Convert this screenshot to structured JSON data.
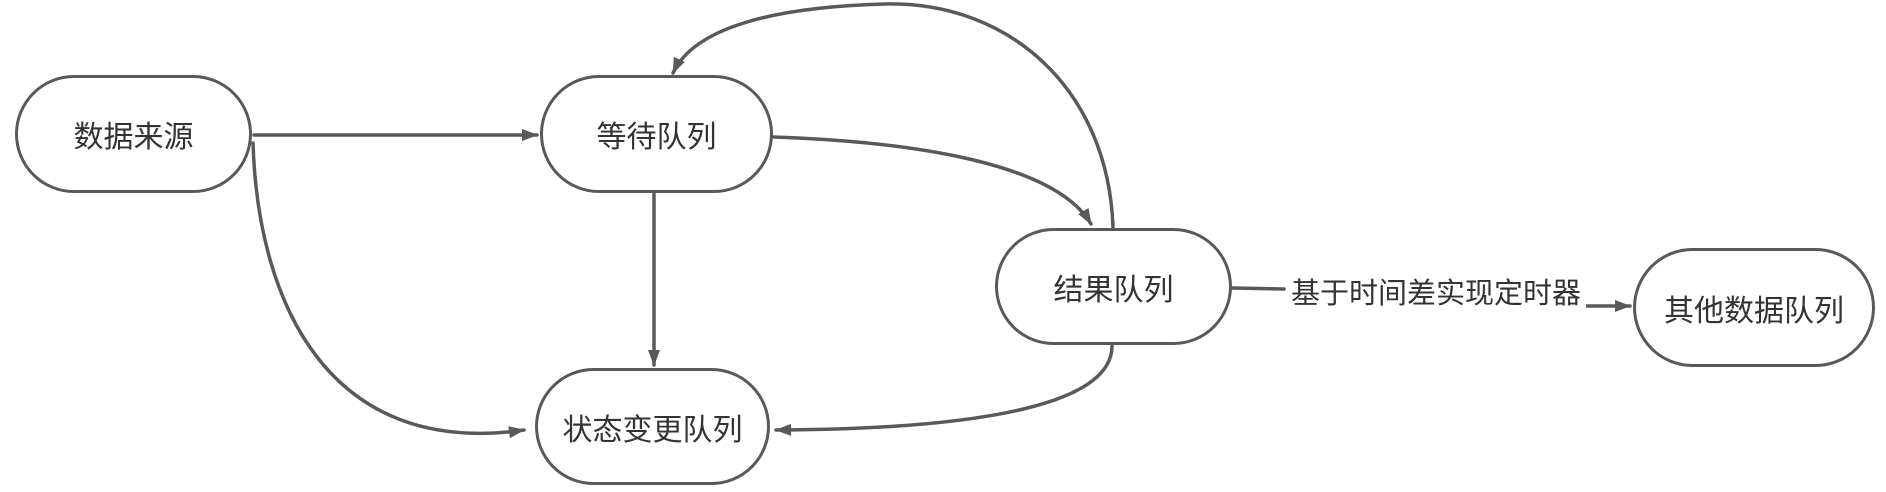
{
  "diagram": {
    "background_color": "#ffffff",
    "stroke_color": "#595959",
    "text_color": "#333333",
    "node_fill_color": "#ffffff",
    "node_shape": "stadium",
    "nodes": [
      {
        "id": "data-source",
        "label": "数据来源"
      },
      {
        "id": "waiting-queue",
        "label": "等待队列"
      },
      {
        "id": "result-queue",
        "label": "结果队列"
      },
      {
        "id": "status-change-queue",
        "label": "状态变更队列"
      },
      {
        "id": "other-data-queue",
        "label": "其他数据队列"
      }
    ],
    "edges": [
      {
        "from": "data-source",
        "to": "waiting-queue"
      },
      {
        "from": "data-source",
        "to": "status-change-queue"
      },
      {
        "from": "waiting-queue",
        "to": "status-change-queue"
      },
      {
        "from": "waiting-queue",
        "to": "result-queue"
      },
      {
        "from": "result-queue",
        "to": "waiting-queue"
      },
      {
        "from": "result-queue",
        "to": "status-change-queue"
      },
      {
        "from": "result-queue",
        "to": "other-data-queue",
        "label": "基于时间差实现定时器"
      }
    ]
  }
}
